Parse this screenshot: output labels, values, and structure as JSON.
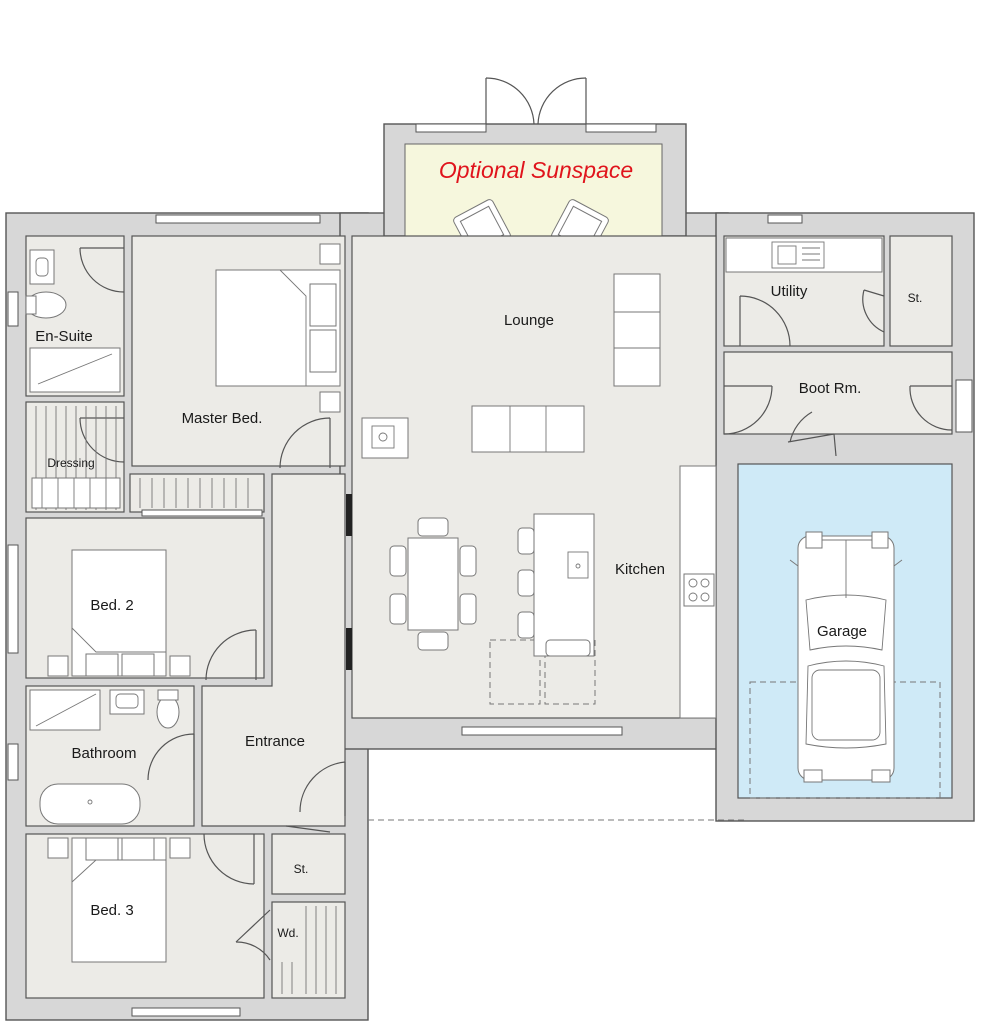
{
  "plan": {
    "sunspace_label": "Optional Sunspace",
    "colors": {
      "wall": "#d7d7d7",
      "room": "#ecebe7",
      "sunspace": "#f6f7dd",
      "garage": "#cfeaf7",
      "sunspace_text": "#e0141c"
    },
    "rooms": {
      "ensuite": "En-Suite",
      "dressing": "Dressing",
      "master_bed": "Master Bed.",
      "bed2": "Bed. 2",
      "bathroom": "Bathroom",
      "entrance": "Entrance",
      "bed3": "Bed. 3",
      "store_entrance": "St.",
      "wardrobe": "Wd.",
      "lounge": "Lounge",
      "kitchen": "Kitchen",
      "utility": "Utility",
      "store_utility": "St.",
      "boot_room": "Boot Rm.",
      "garage": "Garage"
    }
  }
}
